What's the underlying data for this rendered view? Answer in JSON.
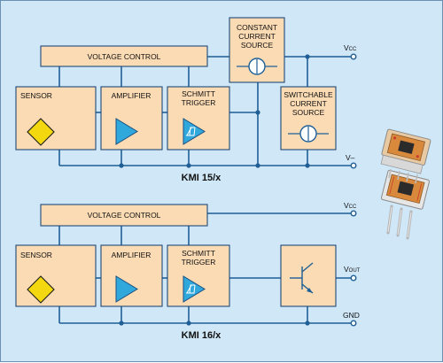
{
  "top": {
    "voltage_control": "VOLTAGE CONTROL",
    "sensor": "SENSOR",
    "amplifier": "AMPLIFIER",
    "schmitt_1": "SCHMITT",
    "schmitt_2": "TRIGGER",
    "ccs_1": "CONSTANT",
    "ccs_2": "CURRENT",
    "ccs_3": "SOURCE",
    "scs_1": "SWITCHABLE",
    "scs_2": "CURRENT",
    "scs_3": "SOURCE",
    "vcc_main": "V",
    "vcc_sub": "CC",
    "vminus": "V–",
    "title": "KMI 15/x"
  },
  "bottom": {
    "voltage_control": "VOLTAGE CONTROL",
    "sensor": "SENSOR",
    "amplifier": "AMPLIFIER",
    "schmitt_1": "SCHMITT",
    "schmitt_2": "TRIGGER",
    "vcc_main": "V",
    "vcc_sub": "CC",
    "vout_main": "V",
    "vout_sub": "OUT",
    "gnd": "GND",
    "title": "KMI 16/x"
  },
  "colors": {
    "background": "#cfe7f7",
    "box_fill": "#fbdbb4",
    "wire": "#1f5f96",
    "sensor_diamond": "#f3d80f",
    "amplifier_triangle": "#30a8dc"
  },
  "icons": {
    "sensor": "diamond-icon",
    "amplifier": "triangle-amplifier-icon",
    "schmitt": "schmitt-trigger-icon",
    "current_source": "current-source-icon",
    "transistor": "transistor-icon",
    "package": "chip-package-icon"
  }
}
